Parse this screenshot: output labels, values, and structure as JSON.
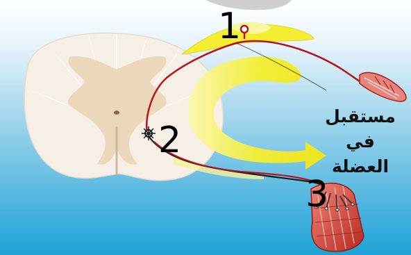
{
  "labels": {
    "one": "1",
    "two": "2",
    "three": "3"
  },
  "caption": {
    "line1": "مستقبل في",
    "line2": "العضلة"
  },
  "colors": {
    "sky_top": "#ffffff",
    "sky_bottom": "#1ea2d8",
    "cord": "#f6efe6",
    "gray_matter": "#ead4b4",
    "nerve_red": "#b4141c",
    "nerve_black": "#1a1a1a",
    "arrow_yellow": "#f5ee33",
    "muscle": "#d8483a"
  }
}
